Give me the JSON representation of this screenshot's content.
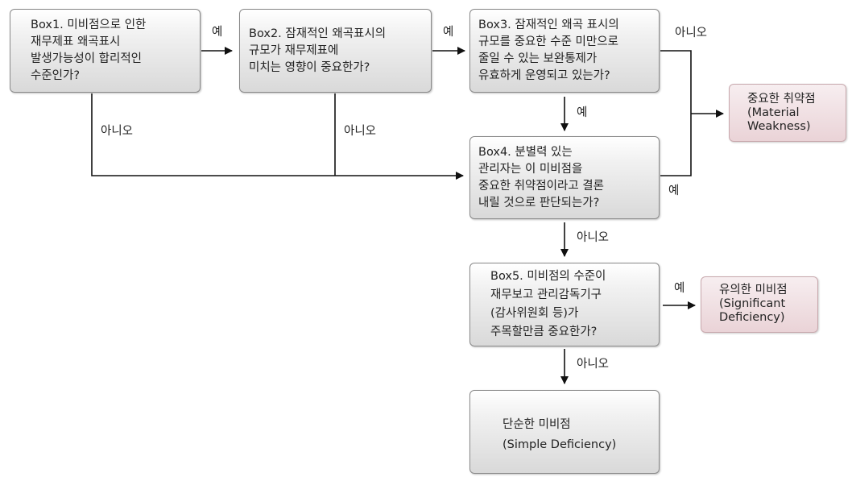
{
  "boxes": {
    "box1": {
      "lines": [
        "Box1. 미비점으로 인한",
        "재무제표 왜곡표시",
        "발생가능성이 합리적인",
        "수준인가?"
      ]
    },
    "box2": {
      "lines": [
        "Box2. 잠재적인 왜곡표시의",
        "규모가 재무제표에",
        "미치는 영향이 중요한가?"
      ]
    },
    "box3": {
      "lines": [
        "Box3. 잠재적인 왜곡 표시의",
        "규모를 중요한 수준 미만으로",
        "줄일 수 있는 보완통제가",
        "유효하게 운영되고 있는가?"
      ]
    },
    "box4": {
      "lines": [
        "Box4. 분별력 있는",
        "관리자는 이 미비점을",
        "중요한 취약점이라고 결론",
        "내릴 것으로 판단되는가?"
      ]
    },
    "box5": {
      "lines": [
        "Box5. 미비점의 수준이",
        "재무보고 관리감독기구",
        "(감사위원회 등)가",
        "주목할만큼 중요한가?"
      ]
    },
    "simple": {
      "lines": [
        "단순한 미비점",
        "(Simple Deficiency)"
      ]
    }
  },
  "results": {
    "material": {
      "lines": [
        "중요한 취약점",
        "(Material",
        "Weakness)"
      ]
    },
    "significant": {
      "lines": [
        "유의한 미비점",
        "(Significant",
        "Deficiency)"
      ]
    }
  },
  "edge_labels": {
    "b1_b2_yes": "예",
    "b2_b3_yes": "예",
    "b3_no": "아니오",
    "b3_b4_yes": "예",
    "b1_no": "아니오",
    "b2_no": "아니오",
    "b4_yes": "예",
    "b4_b5_no": "아니오",
    "b5_yes": "예",
    "b5_no": "아니오"
  }
}
